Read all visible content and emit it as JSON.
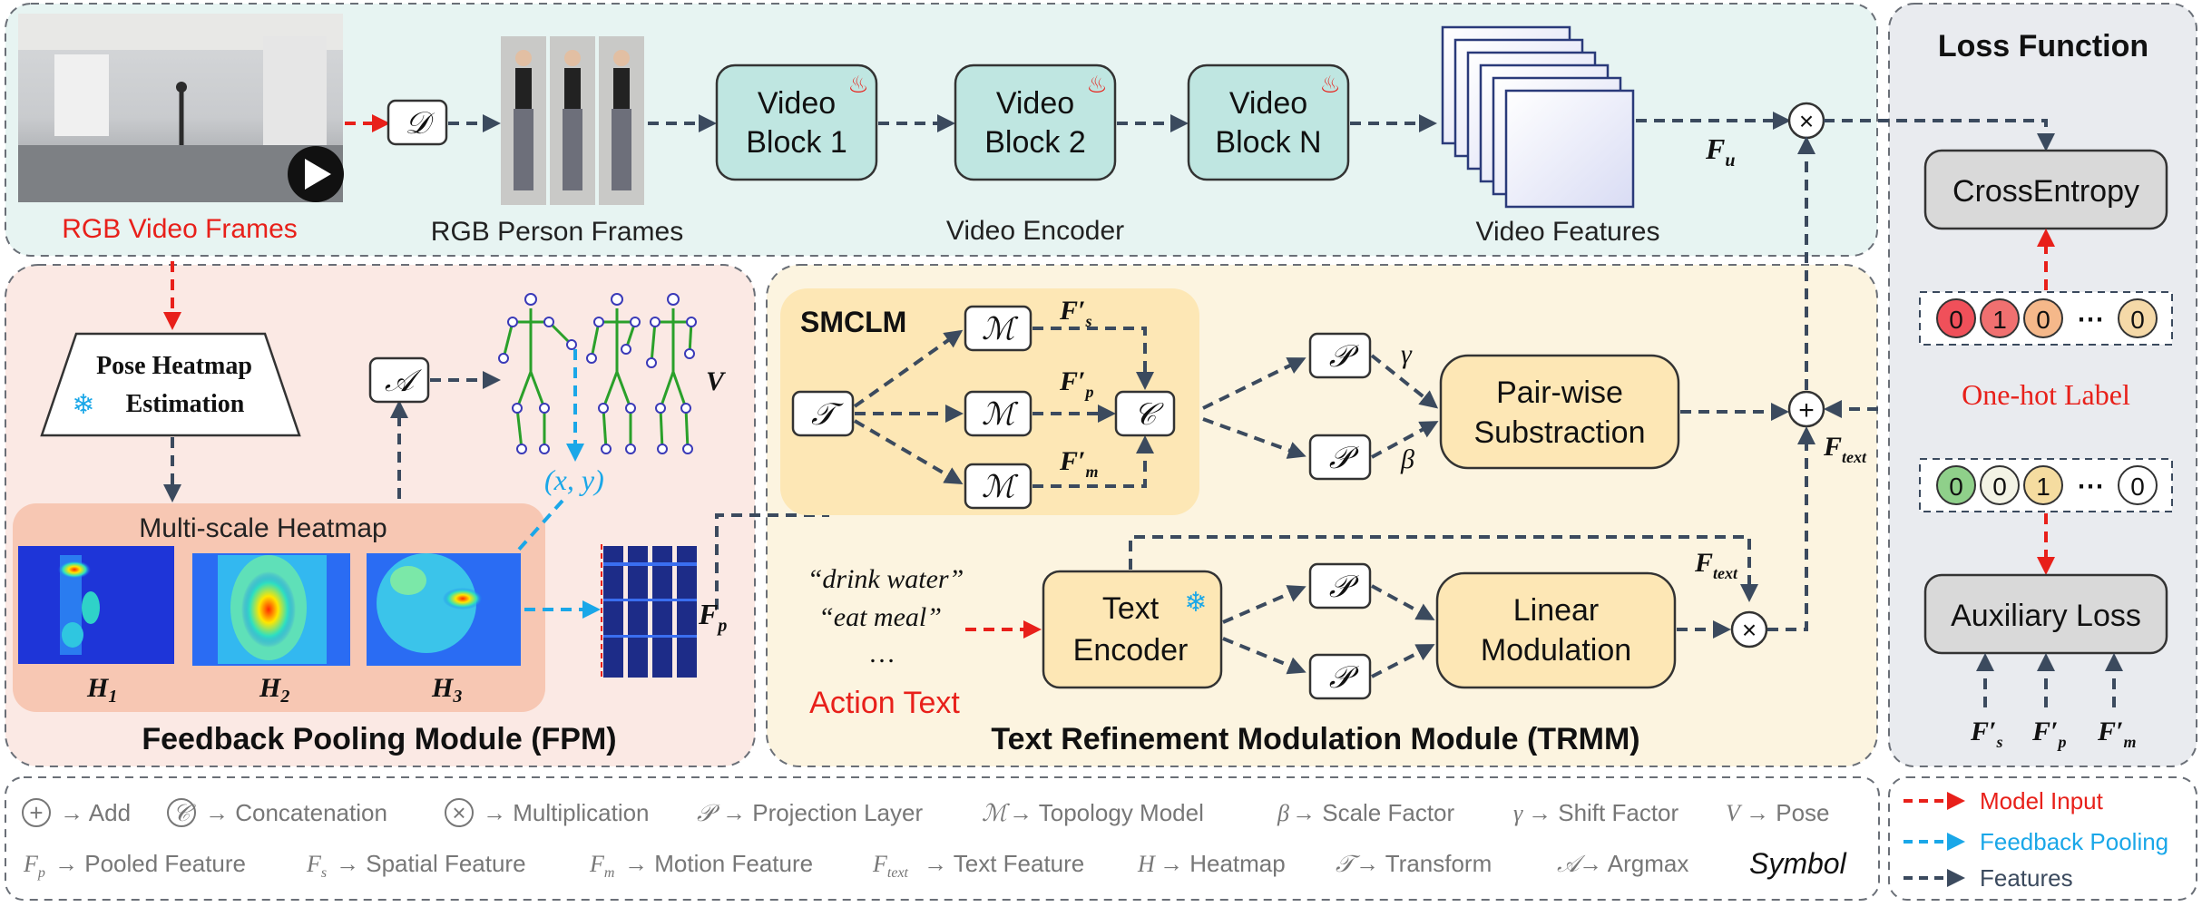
{
  "colors": {
    "features": "#3b4a5e",
    "model_input": "#e8201a",
    "feedback": "#1aa7e8",
    "panel_top": "#e7f4f2",
    "panel_fpm": "#fbe9e4",
    "panel_trmm": "#fcf4e0",
    "panel_loss": "#e9ebef",
    "block_teal": "#bfe6e1",
    "block_yellow": "#fde7b5",
    "block_gray": "#d9d9d9"
  },
  "top": {
    "rgb_video_frames": "RGB Video Frames",
    "rgb_person_frames": "RGB Person Frames",
    "d_symbol": "𝒟",
    "video_block_word": "Video",
    "block_1": "Block 1",
    "block_2": "Block 2",
    "block_n": "Block N",
    "video_encoder": "Video Encoder",
    "video_features": "Video Features",
    "f_u": "F",
    "f_u_sub": "u"
  },
  "fpm": {
    "title": "Feedback Pooling Module (FPM)",
    "pose_line1": "Pose Heatmap",
    "pose_line2": "Estimation",
    "a_symbol": "𝒜",
    "v_label": "V",
    "xy_label": "(x, y)",
    "multiscale": "Multi-scale Heatmap",
    "h": "H",
    "h1": "1",
    "h2": "2",
    "h3": "3",
    "f_p": "F",
    "f_p_sub": "p"
  },
  "trmm": {
    "title": "Text Refinement Modulation Module (TRMM)",
    "smclm": "SMCLM",
    "t_symbol": "𝒯",
    "m_symbol": "ℳ",
    "c_symbol": "𝒞",
    "p_symbol": "𝒫",
    "f_s": "F′",
    "f_s_sub": "s",
    "f_p": "F′",
    "f_p_sub": "p",
    "f_m": "F′",
    "f_m_sub": "m",
    "gamma": "γ",
    "beta": "β",
    "pairwise_1": "Pair-wise",
    "pairwise_2": "Substraction",
    "text_1": "“drink water”",
    "text_2": "“eat meal”",
    "text_3": "…",
    "action_text": "Action Text",
    "text_encoder_1": "Text",
    "text_encoder_2": "Encoder",
    "linear_1": "Linear",
    "linear_2": "Modulation",
    "f_text": "F",
    "f_text_sub": "text"
  },
  "loss": {
    "title": "Loss Function",
    "cross_entropy": "CrossEntropy",
    "one_hot": "One-hot Label",
    "auxiliary": "Auxiliary Loss",
    "label_top": [
      "0",
      "1",
      "0",
      "⋯",
      "0"
    ],
    "label_bottom": [
      "0",
      "0",
      "1",
      "⋯",
      "0"
    ],
    "fs": "F′",
    "fs_sub": "s",
    "fp": "F′",
    "fp_sub": "p",
    "fm": "F′",
    "fm_sub": "m"
  },
  "legend": {
    "row1": [
      {
        "sym": "+",
        "text": "→ Add"
      },
      {
        "sym": "𝒞",
        "text": "→ Concatenation"
      },
      {
        "sym": "×",
        "text": "→ Multiplication"
      },
      {
        "sym": "𝒫",
        "text": "→ Projection Layer"
      },
      {
        "sym": "ℳ",
        "text": "→ Topology Model"
      },
      {
        "sym": "β",
        "text": "→ Scale Factor"
      },
      {
        "sym": "γ",
        "text": "→ Shift Factor"
      },
      {
        "sym": "V",
        "text": "→ Pose"
      }
    ],
    "row2": [
      {
        "sym": "F",
        "sub": "p",
        "text": "→ Pooled Feature"
      },
      {
        "sym": "F",
        "sub": "s",
        "text": "→ Spatial Feature"
      },
      {
        "sym": "F",
        "sub": "m",
        "text": "→ Motion Feature"
      },
      {
        "sym": "F",
        "sub": "text",
        "text": "→ Text Feature"
      },
      {
        "sym": "H",
        "text": "→ Heatmap"
      },
      {
        "sym": "𝒯",
        "text": "→ Transform"
      },
      {
        "sym": "𝒜",
        "text": "→ Argmax"
      }
    ],
    "symbol_word": "Symbol",
    "model_input": "Model Input",
    "feedback_pooling": "Feedback Pooling",
    "features": "Features"
  }
}
